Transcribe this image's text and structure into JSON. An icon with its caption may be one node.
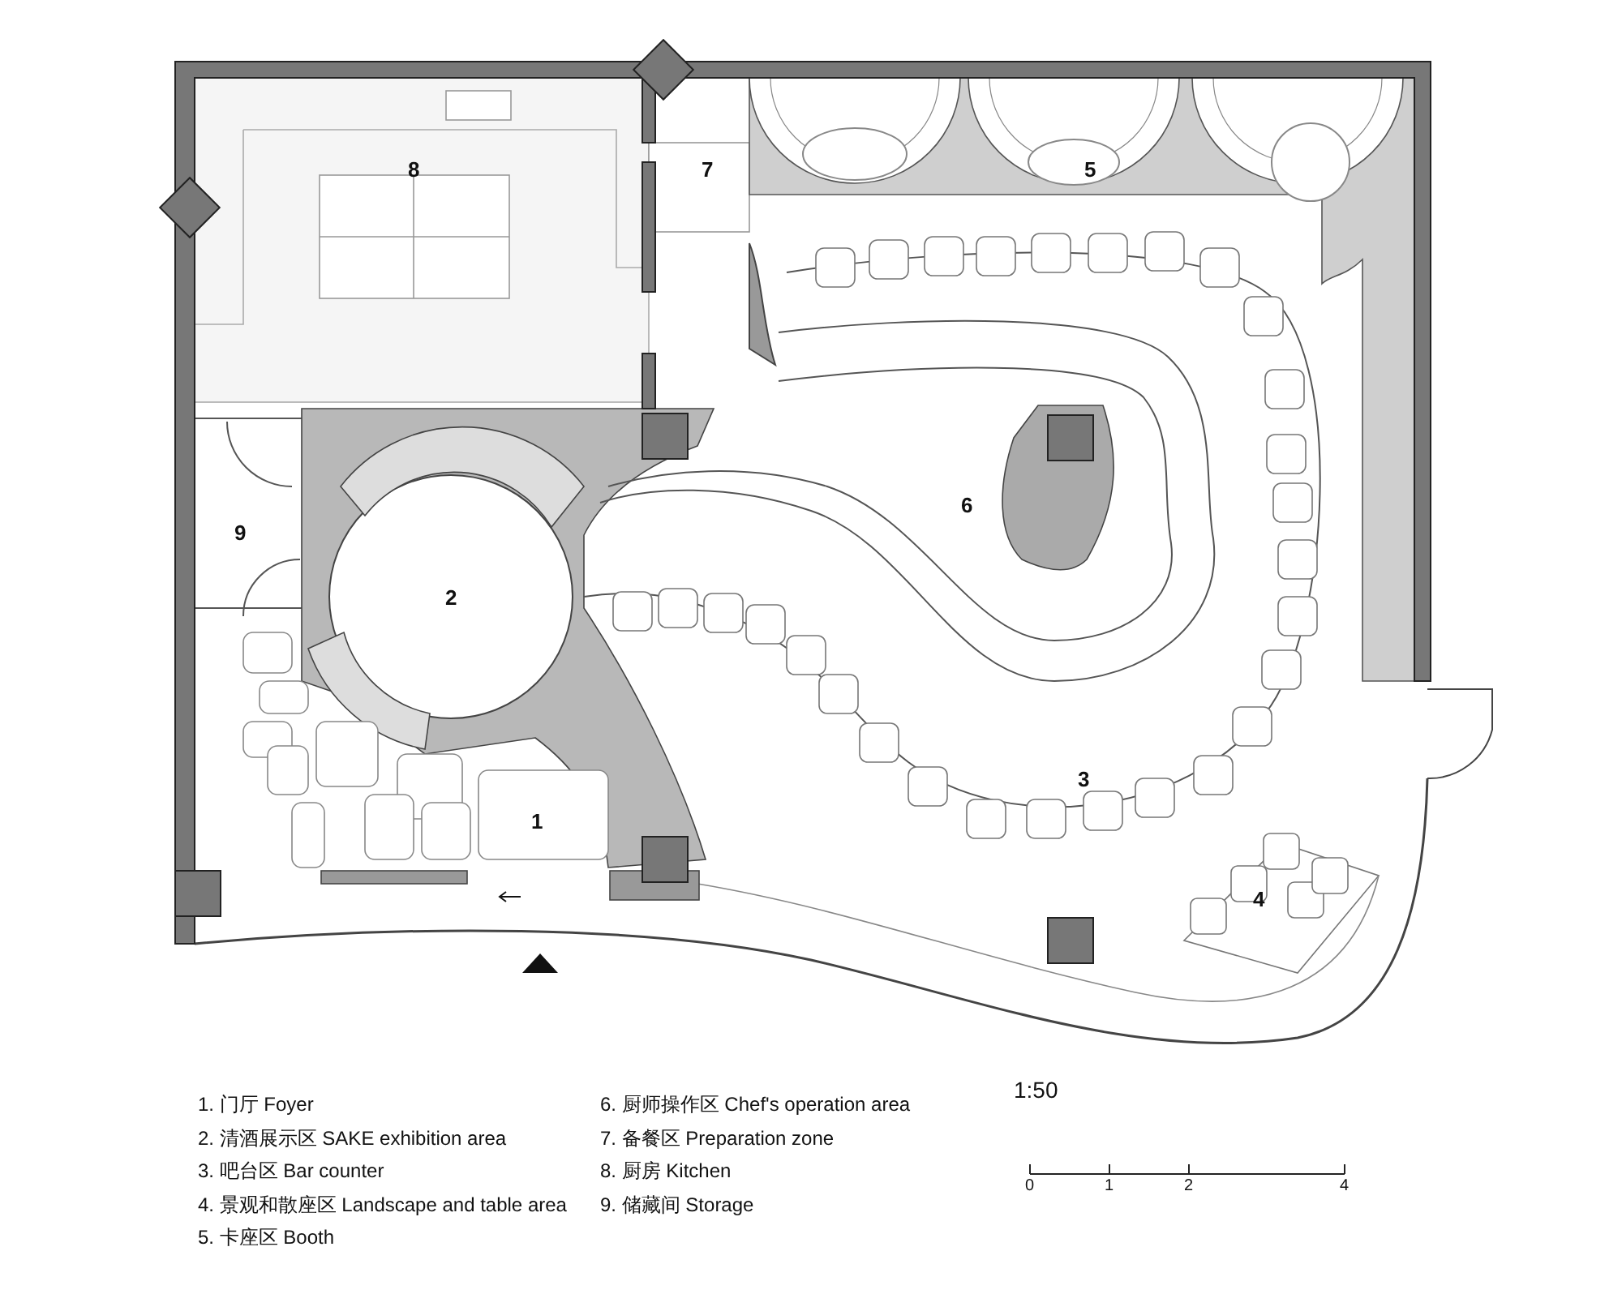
{
  "diagram": {
    "labels": [
      "8",
      "7",
      "5",
      "6",
      "9",
      "2",
      "3",
      "1",
      "4",
      "1. 门厅  Foyer",
      "2. 清酒展示区  SAKE exhibition area",
      "3. 吧台区  Bar counter",
      "4. 景观和散座区 Landscape and table area",
      "5. 卡座区  Booth",
      "6. 厨师操作区  Chef's operation area",
      "7. 备餐区  Preparation zone",
      "8. 厨房  Kitchen",
      "9. 储藏间  Storage",
      "1:50",
      "0",
      "1",
      "2",
      "4"
    ]
  }
}
